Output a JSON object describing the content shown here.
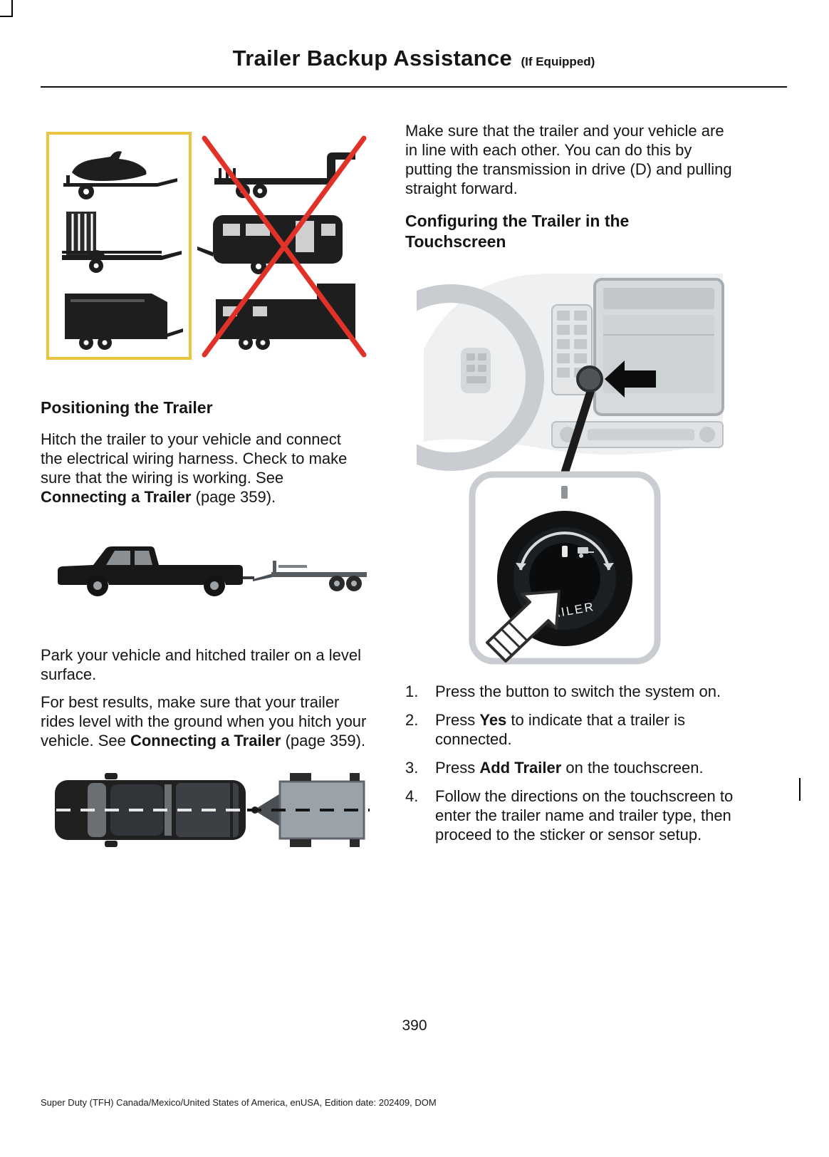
{
  "page": {
    "title": "Trailer Backup Assistance",
    "title_suffix": "(If Equipped)",
    "page_number": "390",
    "footer": "Super Duty (TFH) Canada/Mexico/United States of America, enUSA, Edition date: 202409, DOM"
  },
  "positioning": {
    "heading": "Positioning the Trailer",
    "para1_pre": "Hitch the trailer to your vehicle and connect the electrical wiring harness. Check to make sure that the wiring is working.  See ",
    "para1_bold": "Connecting a Trailer",
    "para1_post": " (page 359).",
    "para2": "Park your vehicle and hitched trailer on a level surface.",
    "para3_pre": "For best results, make sure that your trailer rides level with the ground when you hitch your vehicle.  See ",
    "para3_bold": "Connecting a Trailer",
    "para3_post": " (page 359)."
  },
  "configuring": {
    "intro": "Make sure that the trailer and your vehicle are in line with each other. You can do this by putting the transmission in drive (D) and pulling straight forward.",
    "heading": "Configuring the Trailer in the Touchscreen",
    "knob_label": "TRAILER",
    "steps": [
      {
        "num": "1.",
        "pre": "Press the button to switch the system on.",
        "bold": "",
        "post": ""
      },
      {
        "num": "2.",
        "pre": "Press ",
        "bold": "Yes",
        "post": " to indicate that a trailer is connected."
      },
      {
        "num": "3.",
        "pre": "Press ",
        "bold": "Add Trailer",
        "post": " on the touchscreen."
      },
      {
        "num": "4.",
        "pre": "Follow the directions on the touchscreen to enter the trailer name and trailer type, then proceed to the sticker or sensor setup.",
        "bold": "",
        "post": ""
      }
    ]
  }
}
